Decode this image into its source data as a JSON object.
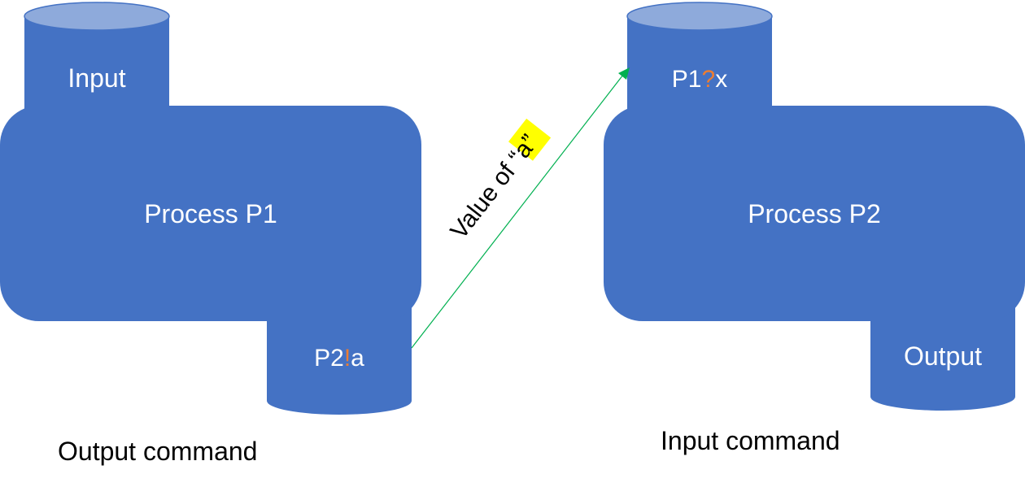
{
  "colors": {
    "shape_fill": "#4472C4",
    "cylinder_top": "#8EAADB",
    "shape_text": "#FFFFFF",
    "operator": "#ED7D31",
    "arrow": "#00B050",
    "highlight": "#FFFF00",
    "caption_text": "#000000"
  },
  "process1": {
    "label": "Process P1",
    "input_cylinder": "Input",
    "output_port": {
      "target": "P2",
      "operator": "!",
      "variable": "a"
    },
    "caption": "Output command"
  },
  "process2": {
    "label": "Process P2",
    "input_port": {
      "source": "P1",
      "operator": "?",
      "variable": "x"
    },
    "output_cylinder": "Output",
    "caption": "Input command"
  },
  "message": {
    "prefix": "Value of ",
    "open_quote": "“",
    "value": "a",
    "close_quote": "”"
  }
}
